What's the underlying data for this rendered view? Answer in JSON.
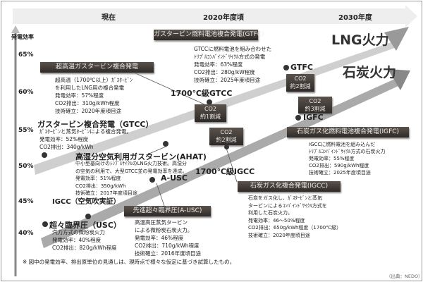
{
  "timeline": {
    "now": "現在",
    "mid": "2020年度頃",
    "future": "2030年度"
  },
  "axis": {
    "label": "発電効率",
    "ticks": [
      "65%",
      "60%",
      "55%",
      "50%",
      "45%",
      "40%"
    ]
  },
  "series": {
    "lng": "LNG火力",
    "coal": "石炭火力"
  },
  "uhtgt": {
    "title": "超高温ガスタービン複合発電",
    "lines": [
      "超高温（1700℃以上）ｶﾞｽﾀｰﾋﾞﾝ",
      "を利用したLNG用の複合発電",
      "発電効率：57%程度",
      "CO2排出：310g/kWh程度",
      "技術確立：2020年度頃目途"
    ]
  },
  "gtcc": {
    "title": "ガスタービン複合発電（GTCC）",
    "lines": [
      "ｶﾞｽﾀｰﾋﾞﾝと蒸気ﾀｰﾋﾞﾝによる複合発電。",
      "発電効率：52%程度",
      "CO2排出：340g/kWh"
    ]
  },
  "ahat": {
    "title": "高湿分空気利用ガスタービン(AHAT)",
    "lines": [
      "中小型基向けのｼﾝﾌﾟﾙｻｲｸﾙのLNG火力技術。高湿分",
      "の空気の利用で、大型GTCC並の発電効率を達成。",
      "発電効率：51%程度",
      "CO2排出：350g/kWh",
      "技術確立：2017年度頃目途"
    ]
  },
  "igcc_demo": "IGCC（空気吹実証）",
  "usc": {
    "title": "超々臨界圧（USC）",
    "lines": [
      "汽力方式の微粉炭火力",
      "発電効率：40%程度",
      "CO2排出：820g/kWh程度"
    ]
  },
  "ausc": {
    "point": "A-USC",
    "title": "先進超々臨界圧(A-USC)",
    "lines": [
      "高温高圧蒸気タービン",
      "による微粉炭石炭火力。",
      "発電効率：46%程度",
      "CO2排出：710g/kWh程度",
      "技術確立：2016年度頃目途"
    ]
  },
  "gtfc": {
    "point": "GTFC",
    "title": "ガスタービン燃料電池複合発電(GTFC)",
    "lines": [
      "GTCCに燃料電池を組み合わせた",
      "ﾄﾘﾌﾟﾙｺﾝﾊﾞｲﾝﾄﾞｻｲｸﾙ方式の発電",
      "発電効率：63%程度",
      "CO2排出：280g/kW程度",
      "技術確立：2025年度頃目途"
    ]
  },
  "gtcc1700": "1700℃級GTCC",
  "igcc1700": "1700℃級IGCC",
  "co2_boxes": [
    {
      "top": "CO2",
      "bottom": "約1割減"
    },
    {
      "top": "CO2",
      "bottom": "約2割減"
    },
    {
      "top": "CO2",
      "bottom": "約2割減"
    },
    {
      "top": "CO2",
      "bottom": "約3割減"
    }
  ],
  "igfc": {
    "point": "IGFC",
    "title": "石炭ガス化燃料電池複合発電(IGFC)",
    "lines": [
      "IGCCに燃料電池を組み込んだ",
      "ﾄﾘﾌﾟﾙｺﾝﾊﾞｲﾝﾄﾞｻｲｸﾙ方式の石炭火力",
      "発電効率：55%程度",
      "CO2排出：590g/kWh程度",
      "技術確立：2025年度頃目途"
    ]
  },
  "igcc": {
    "title": "石炭ガス化複合発電(IGCC)",
    "lines": [
      "石炭をガス化し、ｶﾞｽﾀｰﾋﾞﾝと蒸気",
      "タービンによるｺﾝﾊﾞｲﾝﾄﾞｻｲｸﾙ方式を",
      "利用した石炭火力。",
      "発電効率：46～50%程度",
      "CO2排出：650g/kWh程度（1700℃級）",
      "技術確立：2020年度頃目途"
    ]
  },
  "footnote": "※ 図中の発電効率、排出原単位の見通しは、現時点で様々な仮定に基づき試算したもの。",
  "source": "（出典：NEDO）"
}
